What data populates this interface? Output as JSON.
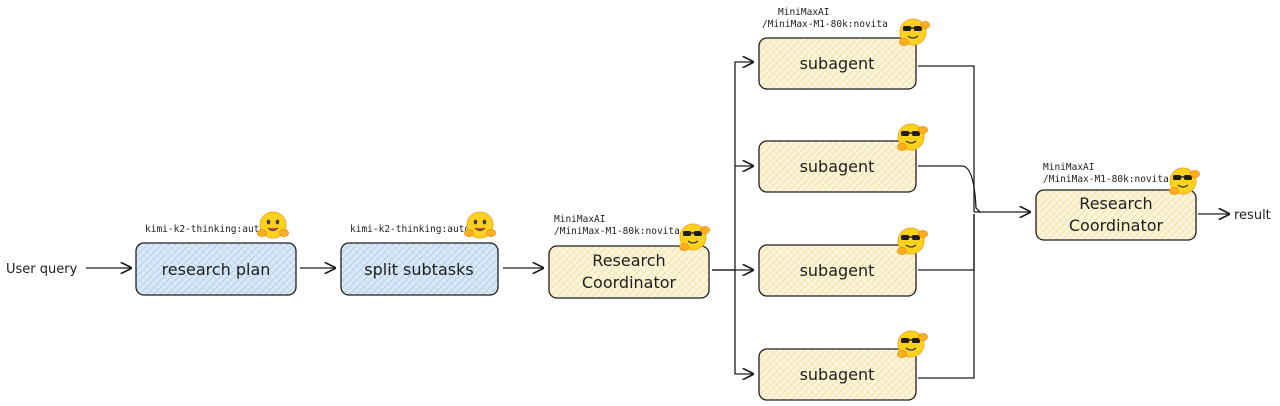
{
  "input": {
    "label": "User query"
  },
  "output": {
    "label": "result"
  },
  "nodes": {
    "research_plan": {
      "label": "research plan",
      "model": "kimi-k2-thinking:auto",
      "icon": "hugging-face-icon"
    },
    "split_subtasks": {
      "label": "split subtasks",
      "model": "kimi-k2-thinking:auto",
      "icon": "hugging-face-icon"
    },
    "coordinator": {
      "label_line1": "Research",
      "label_line2": "Coordinator",
      "model_line1": "MiniMaxAI",
      "model_line2": "/MiniMax-M1-80k:novita",
      "icon": "cool-hugging-face-icon"
    },
    "subagents": [
      {
        "label": "subagent",
        "model_line1": "MiniMaxAI",
        "model_line2": "/MiniMax-M1-80k:novita",
        "icon": "cool-hugging-face-icon"
      },
      {
        "label": "subagent",
        "icon": "cool-hugging-face-icon"
      },
      {
        "label": "subagent",
        "icon": "cool-hugging-face-icon"
      },
      {
        "label": "subagent",
        "icon": "cool-hugging-face-icon"
      }
    ],
    "final_coordinator": {
      "label_line1": "Research",
      "label_line2": "Coordinator",
      "model_line1": "MiniMaxAI",
      "model_line2": "/MiniMax-M1-80k:novita",
      "icon": "cool-hugging-face-icon"
    }
  },
  "colors": {
    "blue_fill": "#dbe9f7",
    "blue_hatch": "#9cc3e6",
    "yellow_fill": "#fdf6dc",
    "yellow_hatch": "#ecd98c",
    "stroke": "#1e1e1e"
  }
}
